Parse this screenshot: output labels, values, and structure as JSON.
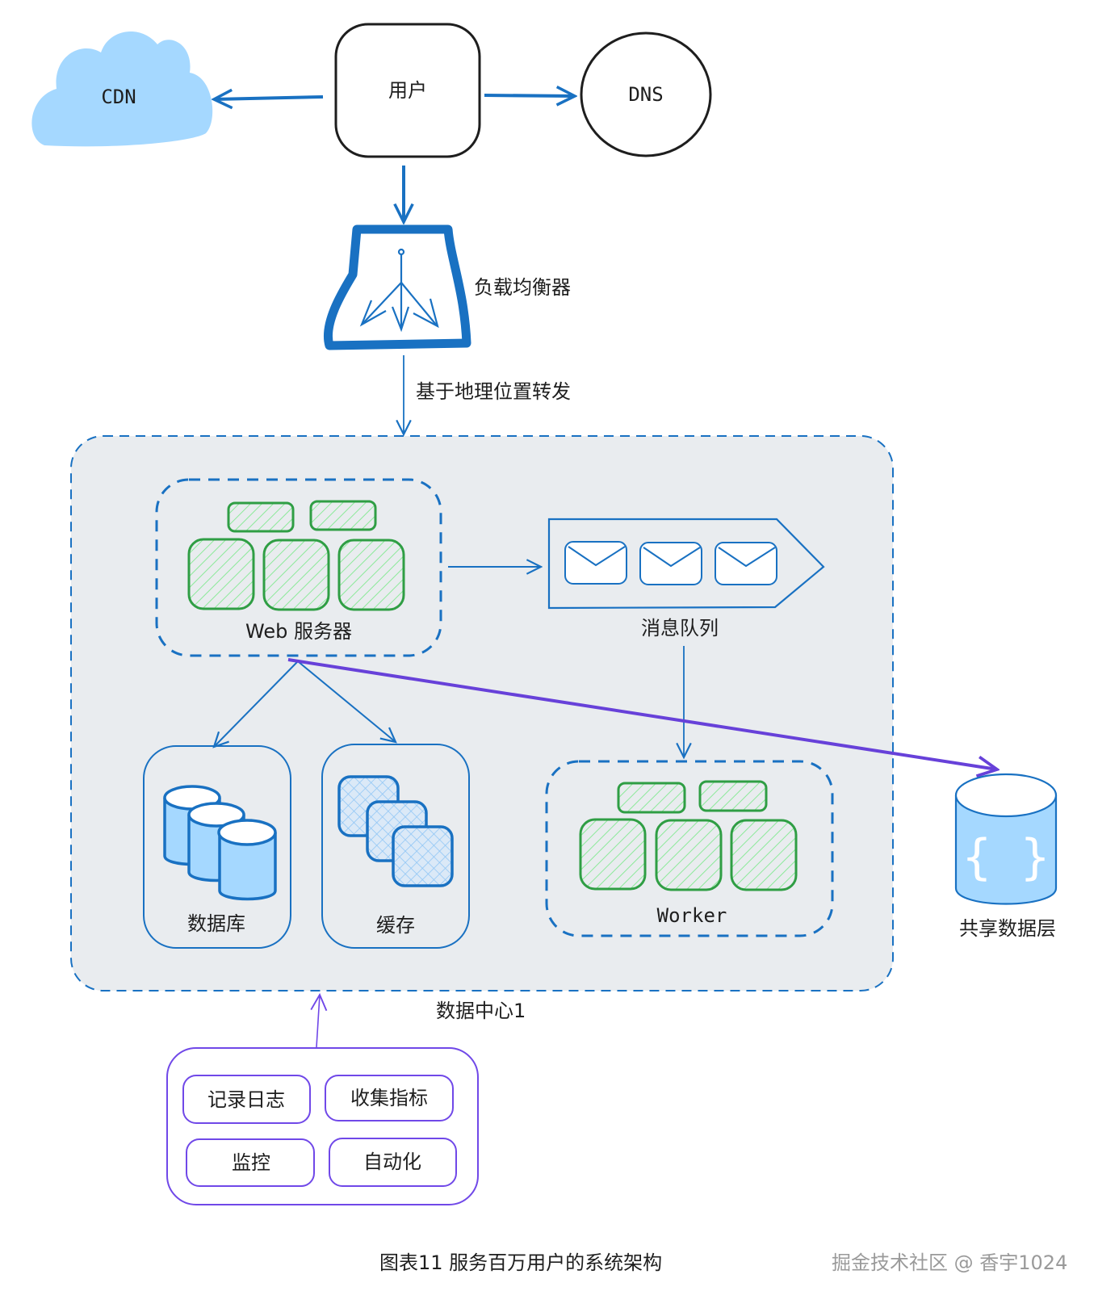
{
  "diagram": {
    "nodes": {
      "user": "用户",
      "cdn": "CDN",
      "dns": "DNS",
      "load_balancer": "负载均衡器",
      "web_servers": "Web 服务器",
      "message_queue": "消息队列",
      "database": "数据库",
      "cache": "缓存",
      "workers": "Worker",
      "shared_data_layer": "共享数据层",
      "data_center": "数据中心1"
    },
    "edges": {
      "lb_to_dc_label": "基于地理位置转发"
    },
    "tools": [
      "记录日志",
      "收集指标",
      "监控",
      "自动化"
    ],
    "caption": "图表11 服务百万用户的系统架构",
    "watermark": "掘金技术社区 @ 香宇1024"
  },
  "colors": {
    "blue": "#1971c2",
    "light_blue": "#a5d8ff",
    "green": "#2f9e44",
    "light_green": "#b2f2bb",
    "purple": "#6741d9",
    "violet_tools": "#7048e8",
    "panel_bg": "#e9ecef",
    "ink": "#1e1e1e"
  }
}
